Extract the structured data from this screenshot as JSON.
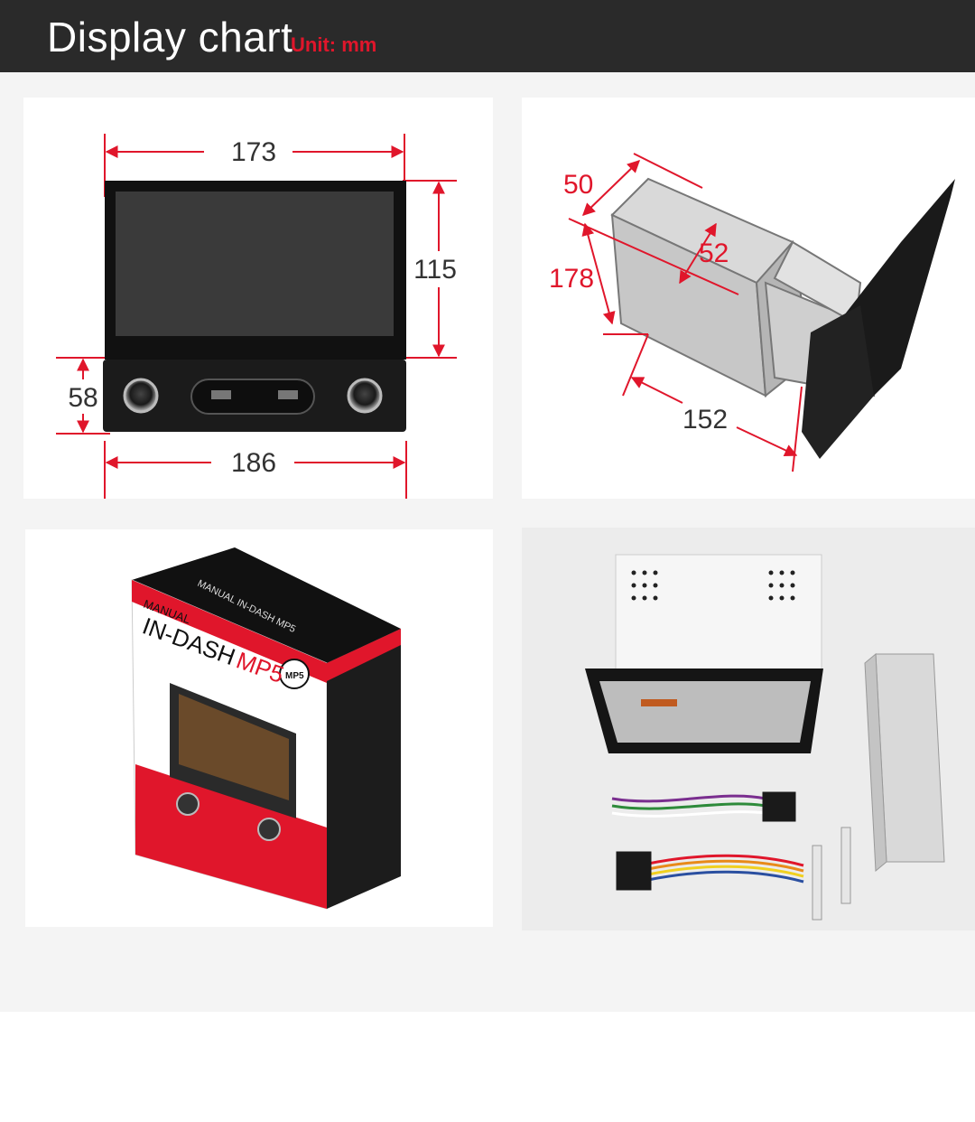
{
  "header": {
    "title": "Display chart",
    "unit": "Unit: mm"
  },
  "front_view": {
    "width_top": "173",
    "height_screen": "115",
    "height_panel": "58",
    "width_bottom": "186"
  },
  "side_view": {
    "depth_top": "50",
    "width_inner": "52",
    "height_side": "178",
    "length_bottom": "152"
  },
  "box": {
    "brand_small": "MANUAL",
    "brand_big": "IN-DASH",
    "brand_accent": "MP5",
    "badge": "MP5",
    "side_text": "MANUAL IN-DASH MP5"
  },
  "colors": {
    "header_bg": "#2a2a2a",
    "accent_red": "#e0162b",
    "dim_line": "#e0162b"
  }
}
